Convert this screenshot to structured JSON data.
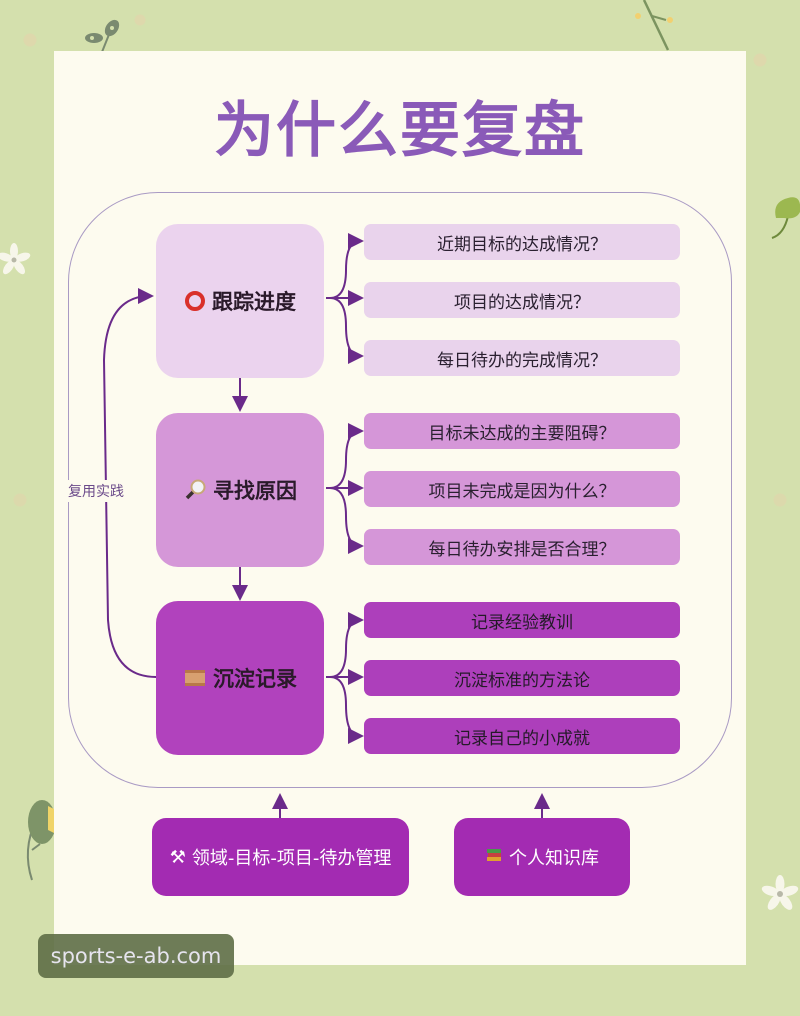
{
  "title": "为什么要复盘",
  "colors": {
    "title": "#8a5ab8",
    "level1": "#ebd3ee",
    "level2": "#d597d8",
    "level3": "#b142bd",
    "bottom": "#a32bb2",
    "connector": "#6a2a8a",
    "background": "#d4e0ad",
    "paper": "#fdfbef"
  },
  "loop_label": "复用实践",
  "stages": [
    {
      "icon": "red-circle-icon",
      "label": "跟踪进度",
      "items": [
        "近期目标的达成情况？",
        "项目的达成情况？",
        "每日待办的完成情况？"
      ]
    },
    {
      "icon": "magnifier-icon",
      "label": "寻找原因",
      "items": [
        "目标未达成的主要阻碍？",
        "项目未完成是因为什么？",
        "每日待办安排是否合理？"
      ]
    },
    {
      "icon": "scroll-icon",
      "label": "沉淀记录",
      "items": [
        "记录经验教训",
        "沉淀标准的方法论",
        "记录自己的小成就"
      ]
    }
  ],
  "bottom": [
    {
      "icon": "hammer-pick-icon",
      "glyph": "⚒",
      "label": "领域-目标-项目-待办管理"
    },
    {
      "icon": "books-icon",
      "glyph": "📚",
      "label": "个人知识库"
    }
  ],
  "watermark": "sports-e-ab.com"
}
